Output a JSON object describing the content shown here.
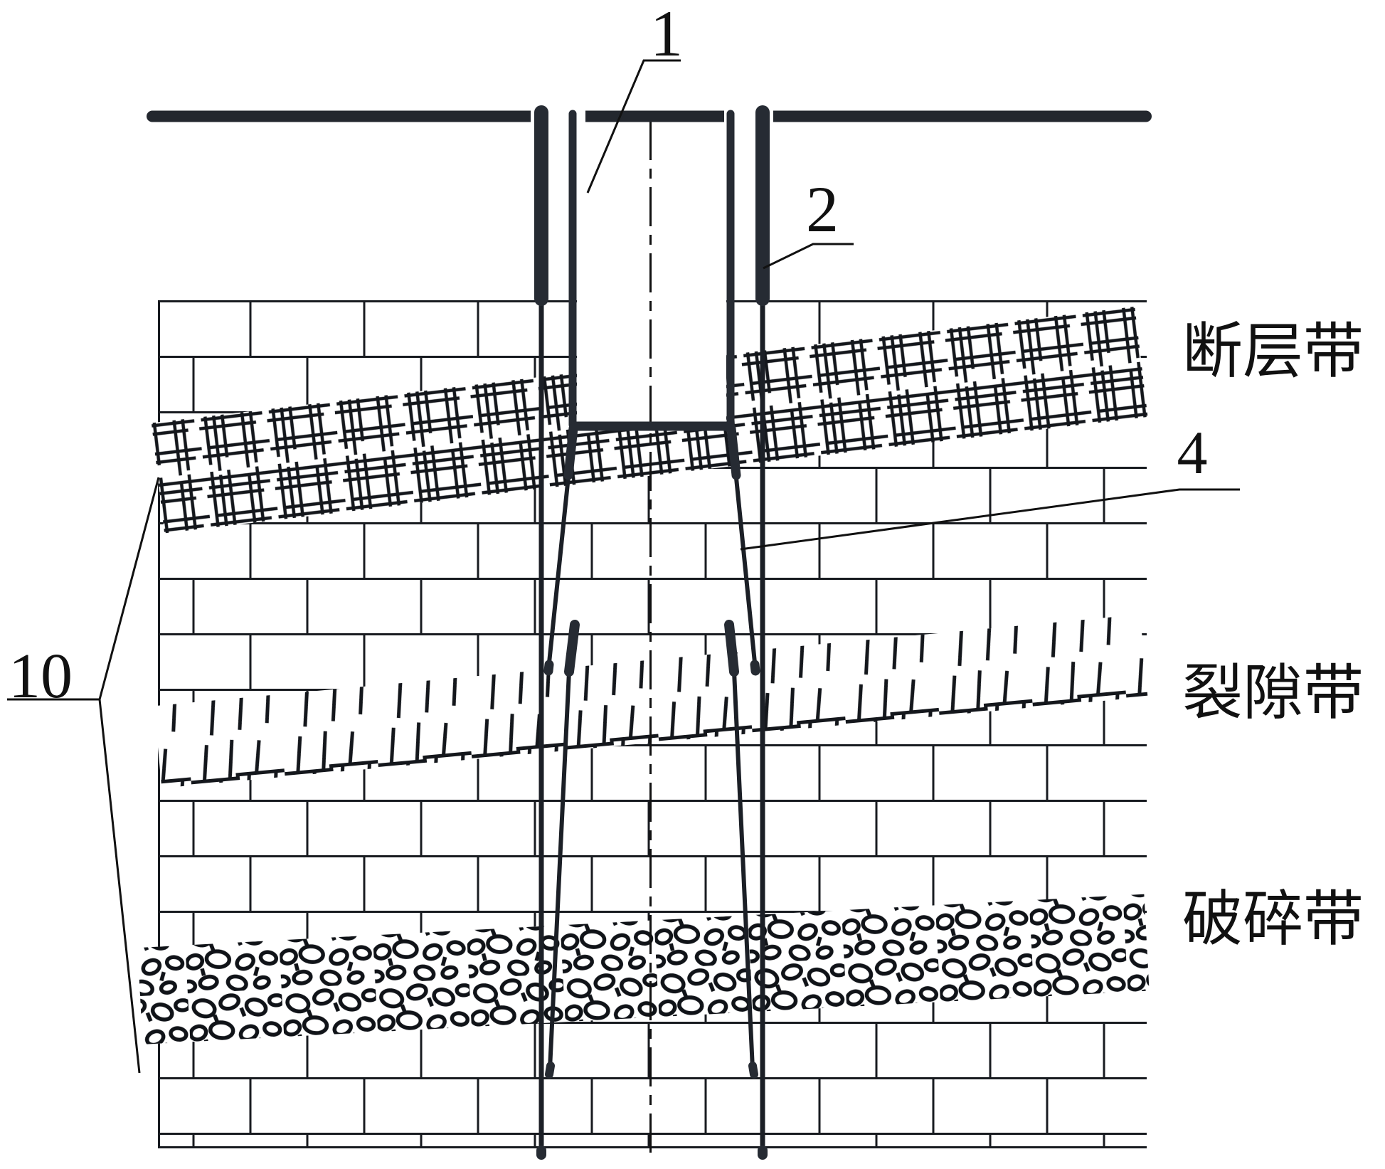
{
  "callouts": {
    "c1": {
      "label": "1"
    },
    "c2": {
      "label": "2"
    },
    "c4": {
      "label": "4"
    },
    "c10": {
      "label": "10"
    }
  },
  "zones": {
    "fault": {
      "label": "断层带"
    },
    "fracture": {
      "label": "裂隙带"
    },
    "crushed": {
      "label": "破碎带"
    }
  },
  "colors": {
    "ink": "#111111",
    "pipe_dark": "#262b33",
    "rod_dark": "#1b1f26",
    "background": "#ffffff"
  }
}
